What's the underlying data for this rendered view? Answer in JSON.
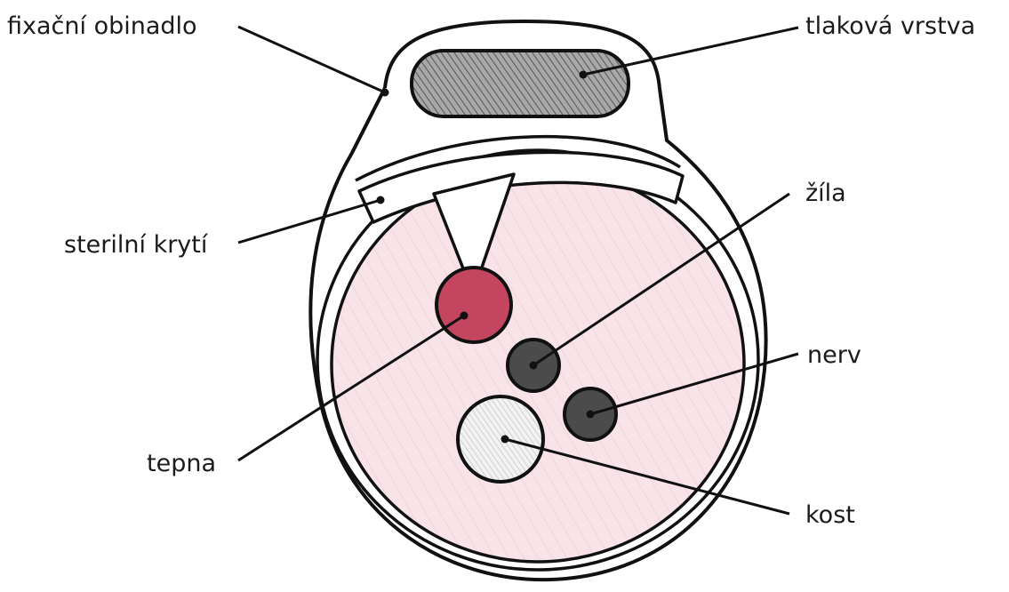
{
  "labels": {
    "fixation_bandage": "fixační obinadlo",
    "pressure_layer": "tlaková vrstva",
    "sterile_cover": "sterilní krytí",
    "vein": "žíla",
    "nerve": "nerv",
    "artery": "tepna",
    "bone": "kost"
  },
  "colors": {
    "outline": "#111111",
    "tissue": "#f7e3e8",
    "artery": "#c4455f",
    "vein": "#4b4b4b",
    "nerve": "#4b4b4b",
    "bone": "#eeeeee",
    "pressure_pad": "#8a8a8a",
    "leader": "#111111",
    "text": "#1b1b1b"
  }
}
